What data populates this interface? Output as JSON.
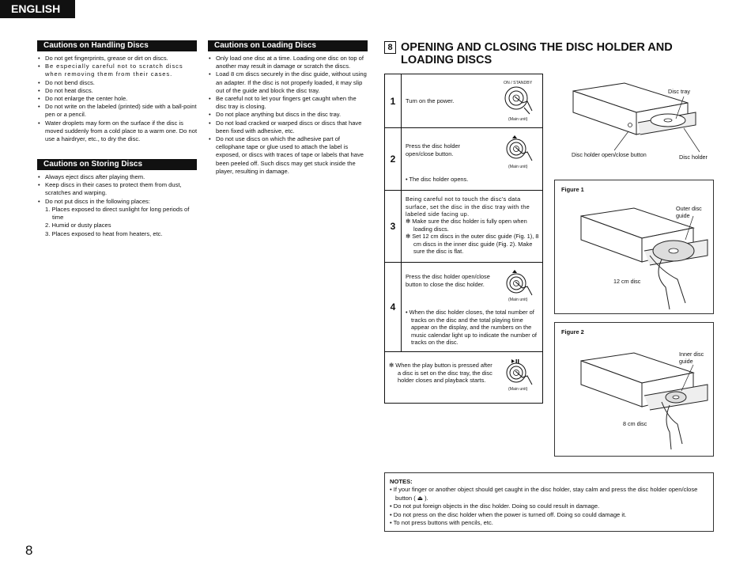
{
  "header": {
    "language": "ENGLISH"
  },
  "handling": {
    "title": "Cautions on Handling Discs",
    "items": [
      "Do not get fingerprints, grease or dirt on discs.",
      "Be especially careful not to scratch discs when removing them from their cases.",
      "Do not bend discs.",
      "Do not heat discs.",
      "Do not enlarge the center hole.",
      "Do not write on the labeled (printed) side with a ball-point pen or a pencil.",
      "Water droplets may form on the surface if the disc is moved suddenly from a cold place to a warm one. Do not use a hairdryer, etc., to dry the disc."
    ]
  },
  "storing": {
    "title": "Cautions on Storing Discs",
    "items": [
      "Always eject discs after playing them.",
      "Keep discs in their cases to protect them from dust, scratches and warping.",
      "Do not put discs in the following places:"
    ],
    "places": [
      "1. Places exposed to direct sunlight for long periods of time",
      "2. Humid or dusty places",
      "3. Places exposed to heat from heaters, etc."
    ]
  },
  "loading": {
    "title": "Cautions on Loading Discs",
    "items": [
      "Only load one disc at a time. Loading one disc on top of another may result in damage or scratch the discs.",
      "Load 8 cm discs securely in the disc guide, without using an adapter. If the disc is not properly loaded, it may slip out of the guide and block the disc tray.",
      "Be careful not to let your fingers get caught when the disc tray is closing.",
      "Do not place anything but discs in the disc tray.",
      "Do not load cracked or warped discs or discs that have been fixed with adhesive, etc.",
      "Do not use discs on which the adhesive part of cellophane tape or glue used to attach the label is exposed, or discs with traces of tape or labels that have been peeled off. Such discs may get stuck inside the player, resulting in damage."
    ]
  },
  "section": {
    "number": "8",
    "title": "OPENING AND CLOSING THE DISC HOLDER AND LOADING DISCS"
  },
  "steps": {
    "s1": {
      "num": "1",
      "text": "Turn on the power.",
      "btn_label": "ON / STANDBY",
      "unit": "(Main unit)"
    },
    "s2": {
      "num": "2",
      "text": "Press the disc holder open/close button.",
      "unit": "(Main unit)",
      "note": "The disc holder opens."
    },
    "s3": {
      "num": "3",
      "text": "Being careful not to touch the disc's data surface, set the disc in the disc tray with the labeled side facing up.",
      "a": "Make sure the disc holder is fully open when loading discs.",
      "b": "Set 12 cm discs in the outer disc guide (Fig. 1), 8 cm discs in the inner disc guide (Fig. 2). Make sure the disc is flat."
    },
    "s4": {
      "num": "4",
      "text": "Press the disc holder open/close button to close the disc holder.",
      "unit": "(Main unit)",
      "note": "When the disc holder closes, the total number of tracks on the disc and the total playing time appear on the display, and the numbers on the music calendar light up to indicate the number of tracks on the disc."
    },
    "s5": {
      "text": "When the play button is pressed after a disc is set on the disc tray, the disc holder closes and playback starts.",
      "unit": "(Main unit)"
    }
  },
  "figure0": {
    "disc_tray": "Disc tray",
    "open_close_btn": "Disc holder open/close button",
    "disc_holder": "Disc holder"
  },
  "figure1": {
    "label": "Figure 1",
    "outer_guide": "Outer disc guide",
    "disc": "12 cm disc"
  },
  "figure2": {
    "label": "Figure 2",
    "inner_guide": "Inner disc guide",
    "disc": "8 cm disc"
  },
  "notes": {
    "title": "NOTES:",
    "items": [
      "If your finger or another object should get caught in the disc holder, stay calm and press the disc holder open/close button ( ⏏ ).",
      "Do not put foreign objects in the disc holder. Doing so could result in damage.",
      "Do not press on the disc holder when the power is turned off. Doing so could damage it.",
      "To not press buttons with pencils, etc."
    ]
  },
  "footer": {
    "page": "8"
  }
}
